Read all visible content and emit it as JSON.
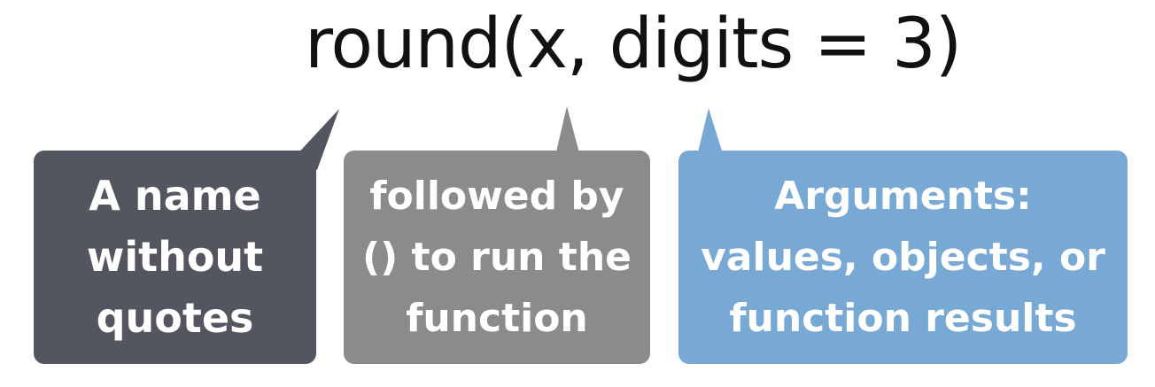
{
  "code": {
    "text": "round(x, digits = 3)"
  },
  "callouts": [
    {
      "lines": [
        "A name",
        "without",
        "quotes"
      ],
      "color": "#53565e"
    },
    {
      "lines": [
        "followed by",
        "() to run the",
        "function"
      ],
      "color": "#8b8b8b"
    },
    {
      "lines": [
        "Arguments:",
        "values, objects, or",
        "function results"
      ],
      "color": "#78a8d4"
    }
  ]
}
